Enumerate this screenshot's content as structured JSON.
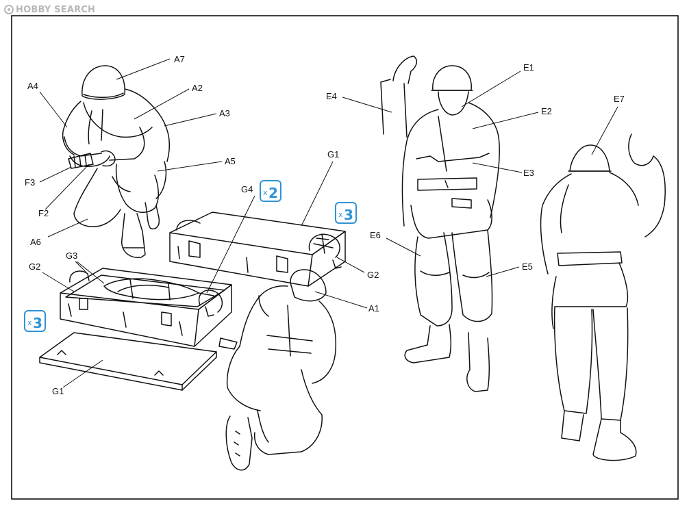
{
  "watermark": {
    "text": "HOBBY SEARCH"
  },
  "labels": {
    "A7": "A7",
    "A4": "A4",
    "A2": "A2",
    "A3": "A3",
    "A5": "A5",
    "A6": "A6",
    "A1": "A1",
    "F3": "F3",
    "F2": "F2",
    "G1_box": "G1",
    "G1_lid": "G1",
    "G2_left": "G2",
    "G2_right": "G2",
    "G3": "G3",
    "G4": "G4",
    "E1": "E1",
    "E2": "E2",
    "E3": "E3",
    "E4": "E4",
    "E5": "E5",
    "E6": "E6",
    "E7": "E7"
  },
  "multipliers": {
    "g4": {
      "x": "x",
      "n": "2"
    },
    "g1": {
      "x": "x",
      "n": "3"
    },
    "lid": {
      "x": "x",
      "n": "3"
    }
  },
  "colors": {
    "accent": "#2f93d6",
    "line": "#111111",
    "watermark": "#b8b8b8"
  }
}
